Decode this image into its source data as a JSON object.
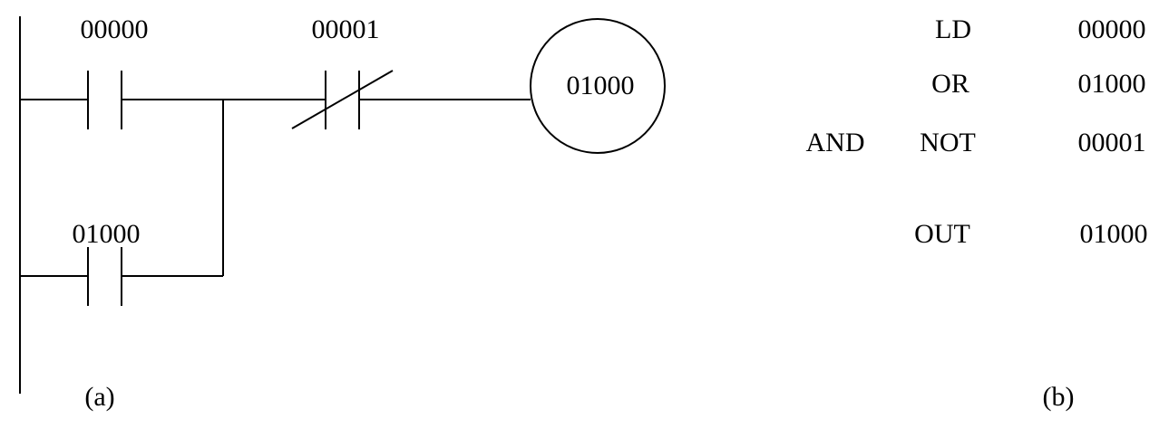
{
  "ladder": {
    "contact_1": "00000",
    "contact_2": "00001",
    "contact_3": "01000",
    "coil": "01000",
    "caption": "(a)"
  },
  "instructions": {
    "rows": [
      {
        "prefix": "",
        "op": "LD",
        "operand": "00000"
      },
      {
        "prefix": "",
        "op": "OR",
        "operand": "01000"
      },
      {
        "prefix": "AND",
        "op": "NOT",
        "operand": "00001"
      },
      {
        "prefix": "",
        "op": "OUT",
        "operand": "01000"
      }
    ],
    "caption": "(b)"
  }
}
